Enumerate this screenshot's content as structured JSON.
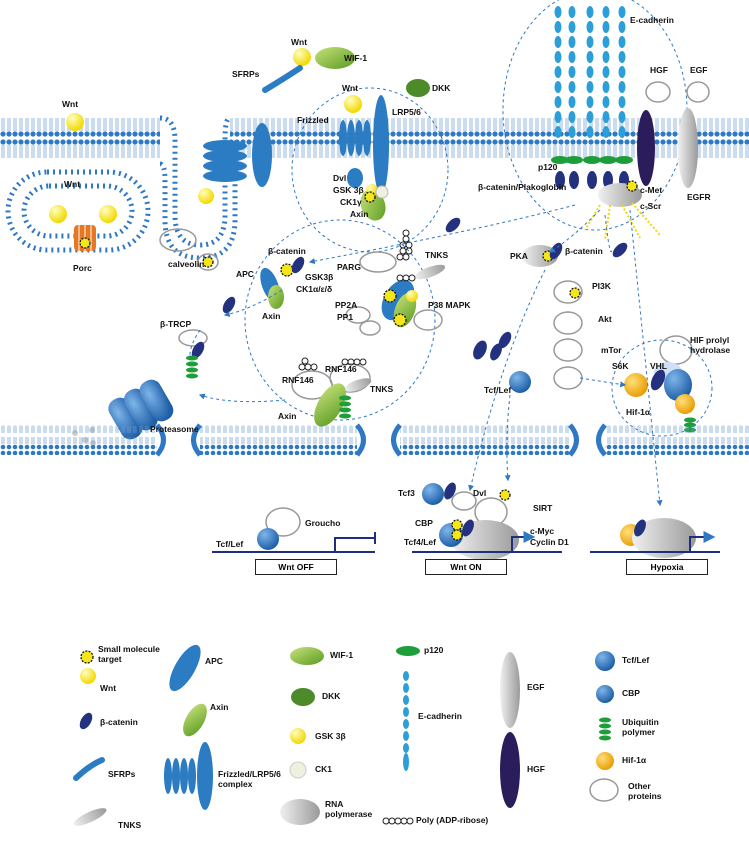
{
  "diagram": {
    "labels": {
      "wnt_top": "Wnt",
      "wif1_top": "WIF-1",
      "sfrps_top": "SFRPs",
      "dkk_top": "DKK",
      "wnt_frz": "Wnt",
      "frizzled": "Frizzled",
      "lrp56": "LRP5/6",
      "wnt_left": "Wnt",
      "wnt_vesicle": "Wnt",
      "porc": "Porc",
      "calveolin": "calveolin",
      "dvl": "Dvl",
      "gsk3b": "GSK 3β",
      "ck1g": "CK1γ",
      "axin_frz": "Axin",
      "ecadherin": "E-cadherin",
      "hgf": "HGF",
      "egf": "EGF",
      "p120": "p120",
      "bcat_plako": "β-catenin/Plakoglobin",
      "cmet": "c-Met",
      "egfr": "EGFR",
      "cscr": "c-Scr",
      "bcatenin_dc": "β-catenin",
      "apc": "APC",
      "gsk3b_dc": "GSK3β",
      "ck1aed": "CK1α/ε/δ",
      "axin_dc": "Axin",
      "parg": "PARG",
      "tnks_top": "TNKS",
      "pp2a": "PP2A",
      "pp1": "PP1",
      "p38": "P38 MAPK",
      "btrcp": "β-TRCP",
      "proteasome": "Proteasome",
      "rnf146_a": "RNF146",
      "rnf146_b": "RNF146",
      "tnks_low": "TNKS",
      "axin_low": "Axin",
      "pka": "PKA",
      "bcatenin_pka": "β-catenin",
      "pi3k": "PI3K",
      "akt": "Akt",
      "mtor": "mTor",
      "s6k": "S6K",
      "vhl": "VHL",
      "hif_prolyl": "HIF prolyl\nhydrolase",
      "hif1a": "Hif-1α",
      "tcflef_cyto": "Tcf/Lef",
      "tcf3": "Tcf3",
      "dvl_nuc": "Dvl",
      "sirt": "SIRT",
      "cbp": "CBP",
      "tcf4lef": "Tcf4/Lef",
      "cmyc": "c-Myc",
      "cyclind1": "Cyclin D1",
      "tcflef_off": "Tcf/Lef",
      "groucho": "Groucho"
    },
    "boxes": {
      "wnt_off": "Wnt OFF",
      "wnt_on": "Wnt ON",
      "hypoxia": "Hypoxia"
    }
  },
  "legend": {
    "items": [
      {
        "icon": "small-molecule-target-icon",
        "label": "Small molecule\ntarget"
      },
      {
        "icon": "wnt-icon",
        "label": "Wnt"
      },
      {
        "icon": "beta-catenin-icon",
        "label": "β-catenin"
      },
      {
        "icon": "sfrps-icon",
        "label": "SFRPs"
      },
      {
        "icon": "tnks-icon",
        "label": "TNKS"
      },
      {
        "icon": "apc-icon",
        "label": "APC"
      },
      {
        "icon": "axin-icon",
        "label": "Axin"
      },
      {
        "icon": "frizzled-lrp-icon",
        "label": "Frizzled/LRP5/6\ncomplex"
      },
      {
        "icon": "wif1-icon",
        "label": "WIF-1"
      },
      {
        "icon": "dkk-icon",
        "label": "DKK"
      },
      {
        "icon": "gsk3b-icon",
        "label": "GSK 3β"
      },
      {
        "icon": "ck1-icon",
        "label": "CK1"
      },
      {
        "icon": "rna-polymerase-icon",
        "label": "RNA\npolymerase"
      },
      {
        "icon": "p120-icon",
        "label": "p120"
      },
      {
        "icon": "e-cadherin-icon",
        "label": "E-cadherin"
      },
      {
        "icon": "poly-adp-ribose-icon",
        "label": "Poly (ADP-ribose)"
      },
      {
        "icon": "egf-icon",
        "label": "EGF"
      },
      {
        "icon": "hgf-icon",
        "label": "HGF"
      },
      {
        "icon": "tcf-lef-icon",
        "label": "Tcf/Lef"
      },
      {
        "icon": "cbp-icon",
        "label": "CBP"
      },
      {
        "icon": "ubiquitin-icon",
        "label": "Ubiquitin\npolymer"
      },
      {
        "icon": "hif1a-icon",
        "label": "Hif-1α"
      },
      {
        "icon": "other-proteins-icon",
        "label": "Other\nproteins"
      }
    ]
  },
  "colors": {
    "membrane": "#2f78c4",
    "wnt": "#f3e81f",
    "beta_catenin": "#24317f",
    "axin": "#8cc63f",
    "apc": "#2c7cc4",
    "ubiquitin": "#1e9e3a",
    "porc": "#e87722",
    "hgf": "#2b1d5c",
    "egf": "#a8a8a8",
    "hif1a": "#f5b21b",
    "dkk": "#4d8a2a"
  }
}
